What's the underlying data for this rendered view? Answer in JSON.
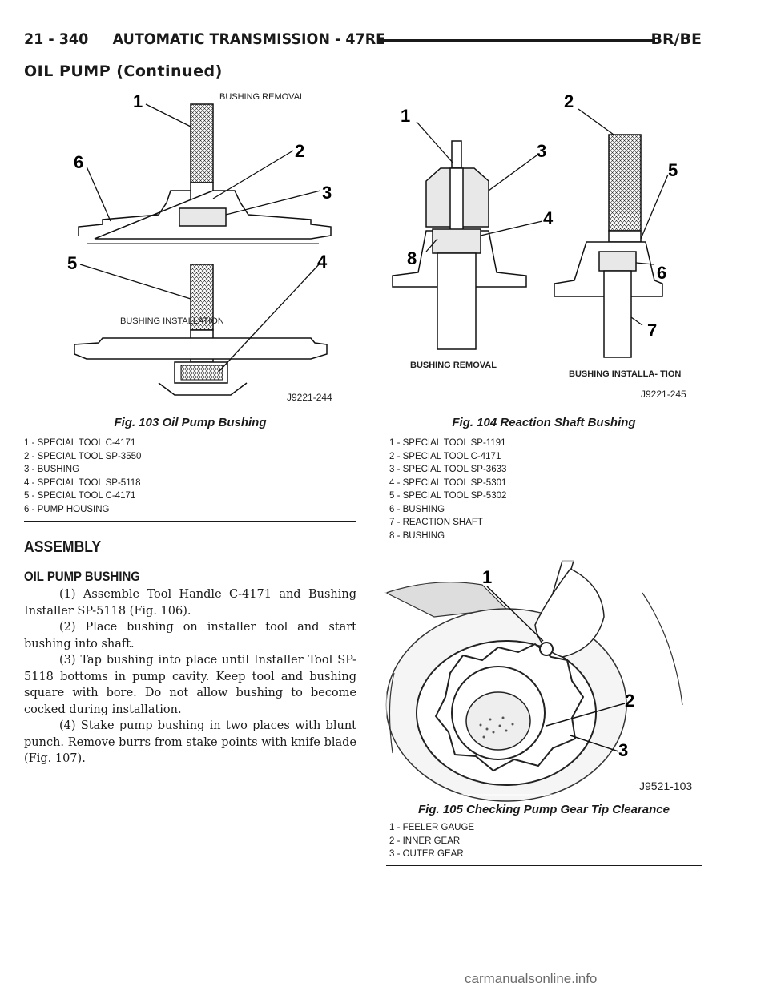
{
  "header": {
    "left": "21 - 340     AUTOMATIC TRANSMISSION - 47RE",
    "right": "BR/BE"
  },
  "section_continued": "OIL PUMP (Continued)",
  "fig103": {
    "label_removal": "BUSHING REMOVAL",
    "label_installation": "BUSHING INSTALLATION",
    "code": "J9221-244",
    "title": "Fig. 103 Oil Pump Bushing",
    "legend": [
      "1 - SPECIAL TOOL C-4171",
      "2 - SPECIAL TOOL SP-3550",
      "3 - BUSHING",
      "4 - SPECIAL TOOL SP-5118",
      "5 - SPECIAL TOOL C-4171",
      "6 - PUMP HOUSING"
    ],
    "callouts": [
      "1",
      "2",
      "3",
      "4",
      "5",
      "6"
    ]
  },
  "fig104": {
    "label_removal": "BUSHING REMOVAL",
    "label_installation": "BUSHING INSTALLA- TION",
    "code": "J9221-245",
    "title": "Fig. 104 Reaction Shaft Bushing",
    "legend": [
      "1 - SPECIAL TOOL SP-1191",
      "2 - SPECIAL TOOL C-4171",
      "3 - SPECIAL TOOL SP-3633",
      "4 - SPECIAL TOOL SP-5301",
      "5 - SPECIAL TOOL SP-5302",
      "6 - BUSHING",
      "7 - REACTION SHAFT",
      "8 - BUSHING"
    ],
    "callouts": [
      "1",
      "2",
      "3",
      "4",
      "5",
      "6",
      "7",
      "8"
    ]
  },
  "fig105": {
    "code": "J9521-103",
    "title": "Fig. 105 Checking Pump Gear Tip Clearance",
    "legend": [
      "1 - FEELER GAUGE",
      "2 - INNER GEAR",
      "3 - OUTER GEAR"
    ],
    "callouts": [
      "1",
      "2",
      "3"
    ]
  },
  "assembly_heading": "ASSEMBLY",
  "oil_pump_bushing_heading": "OIL PUMP BUSHING",
  "steps": [
    "(1) Assemble Tool Handle C-4171 and Bushing Installer SP-5118 (Fig. 106).",
    "(2) Place bushing on installer tool and start bushing into shaft.",
    "(3) Tap bushing into place until Installer Tool SP-5118 bottoms in pump cavity. Keep tool and bushing square with bore. Do not allow bushing to become cocked during installation.",
    "(4) Stake pump bushing in two places with blunt punch. Remove burrs from stake points with knife blade (Fig. 107)."
  ],
  "watermark": "carmanualsonline.info"
}
